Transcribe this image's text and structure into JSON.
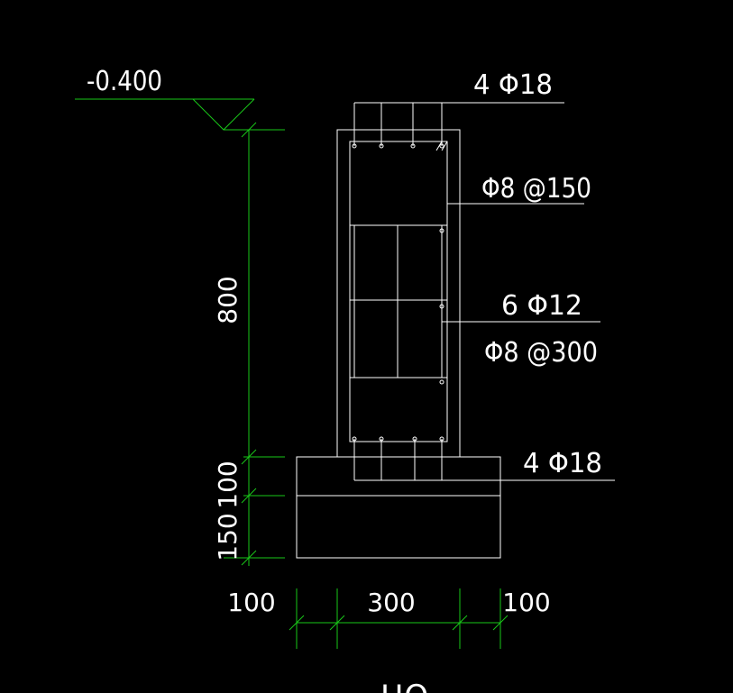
{
  "colors": {
    "background": "#000000",
    "lines": "#ffffff",
    "dimensions": "#19c819"
  },
  "elevation": {
    "label": "-0.400"
  },
  "rebar": {
    "top": "4 Φ18",
    "stirrup_top": "Φ8 @150",
    "middle": "6 Φ12",
    "stirrup_mid": "Φ8 @300",
    "bottom": "4 Φ18"
  },
  "dimensions": {
    "vertical": [
      "800",
      "100",
      "150"
    ],
    "horizontal": [
      "100",
      "300",
      "100"
    ]
  },
  "section_label": "ЦQ"
}
